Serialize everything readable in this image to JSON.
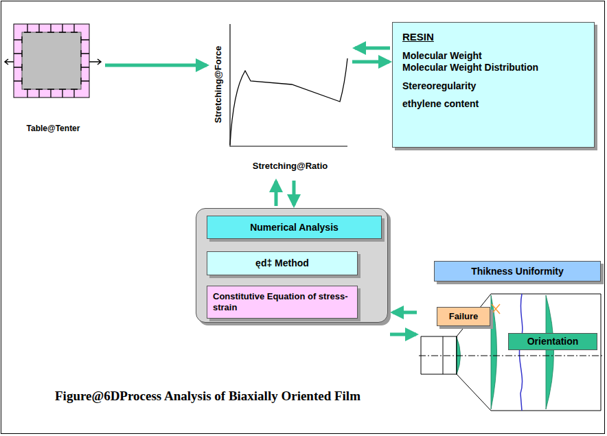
{
  "diagram": {
    "caption": "Figure@6DProcess Analysis of Biaxially Oriented Film",
    "nodes": [
      {
        "text": [
          "Table@Tenter"
        ]
      },
      {
        "text": [
          "Stretching@Force",
          "Stretching@Ratio"
        ]
      },
      {
        "text": [
          "RESIN",
          "Molecular Weight",
          "Molecular Weight Distribution",
          "Stereoregularity",
          "ethylene content"
        ]
      },
      {
        "text": []
      },
      {
        "text": [
          "Numerical Analysis"
        ],
        "in": 3
      },
      {
        "text": [
          "ęd‡ Method"
        ],
        "in": 3
      },
      {
        "text": [
          "Constitutive Equation of stress-strain"
        ],
        "in": 3
      },
      {
        "text": []
      },
      {
        "text": [
          "Thikness Uniformity"
        ],
        "in": 7
      },
      {
        "text": [
          "Failure"
        ],
        "in": 7
      },
      {
        "text": [
          "Orientation"
        ],
        "in": 7
      }
    ],
    "edges": [
      {
        "from": 0,
        "to": 1,
        "arrow": "to"
      },
      {
        "from": 2,
        "to": 1,
        "arrow": "to"
      },
      {
        "from": 1,
        "to": 2,
        "arrow": "to"
      },
      {
        "from": 3,
        "to": 1,
        "arrow": "to"
      },
      {
        "from": 1,
        "to": 3,
        "arrow": "to"
      },
      {
        "from": 7,
        "to": 3,
        "arrow": "to"
      },
      {
        "from": 3,
        "to": 7,
        "arrow": "to"
      }
    ]
  }
}
